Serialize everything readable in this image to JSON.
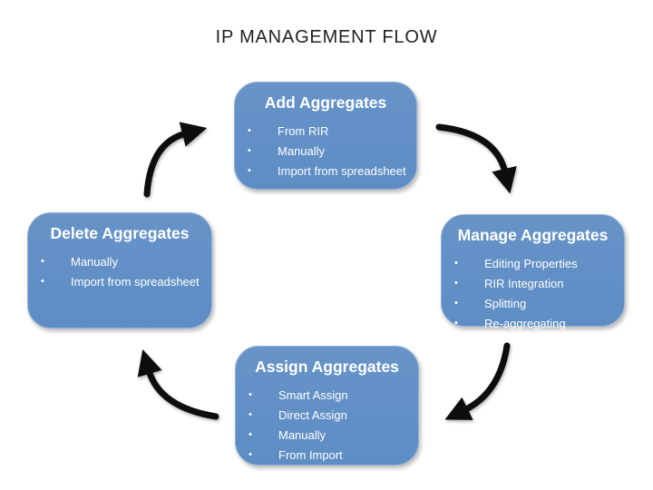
{
  "title": "IP MANAGEMENT FLOW",
  "colors": {
    "box_fill": "#6190c6",
    "box_border": "#93b1d6",
    "box_text": "#ffffff",
    "title_text": "#222222",
    "arrow": "#0d0d0d",
    "background": "#ffffff"
  },
  "nodes": [
    {
      "id": "add",
      "title": "Add Aggregates",
      "items": [
        "From RIR",
        "Manually",
        "Import from spreadsheet"
      ]
    },
    {
      "id": "manage",
      "title": "Manage Aggregates",
      "items": [
        "Editing Properties",
        "RIR Integration",
        "Splitting",
        "Re-aggregating"
      ]
    },
    {
      "id": "assign",
      "title": "Assign Aggregates",
      "items": [
        "Smart Assign",
        "Direct Assign",
        "Manually",
        "From Import"
      ]
    },
    {
      "id": "delete",
      "title": "Delete Aggregates",
      "items": [
        "Manually",
        "Import from spreadsheet"
      ]
    }
  ],
  "arrows": [
    {
      "from": "add",
      "to": "manage"
    },
    {
      "from": "manage",
      "to": "assign"
    },
    {
      "from": "assign",
      "to": "delete"
    },
    {
      "from": "delete",
      "to": "add"
    }
  ]
}
